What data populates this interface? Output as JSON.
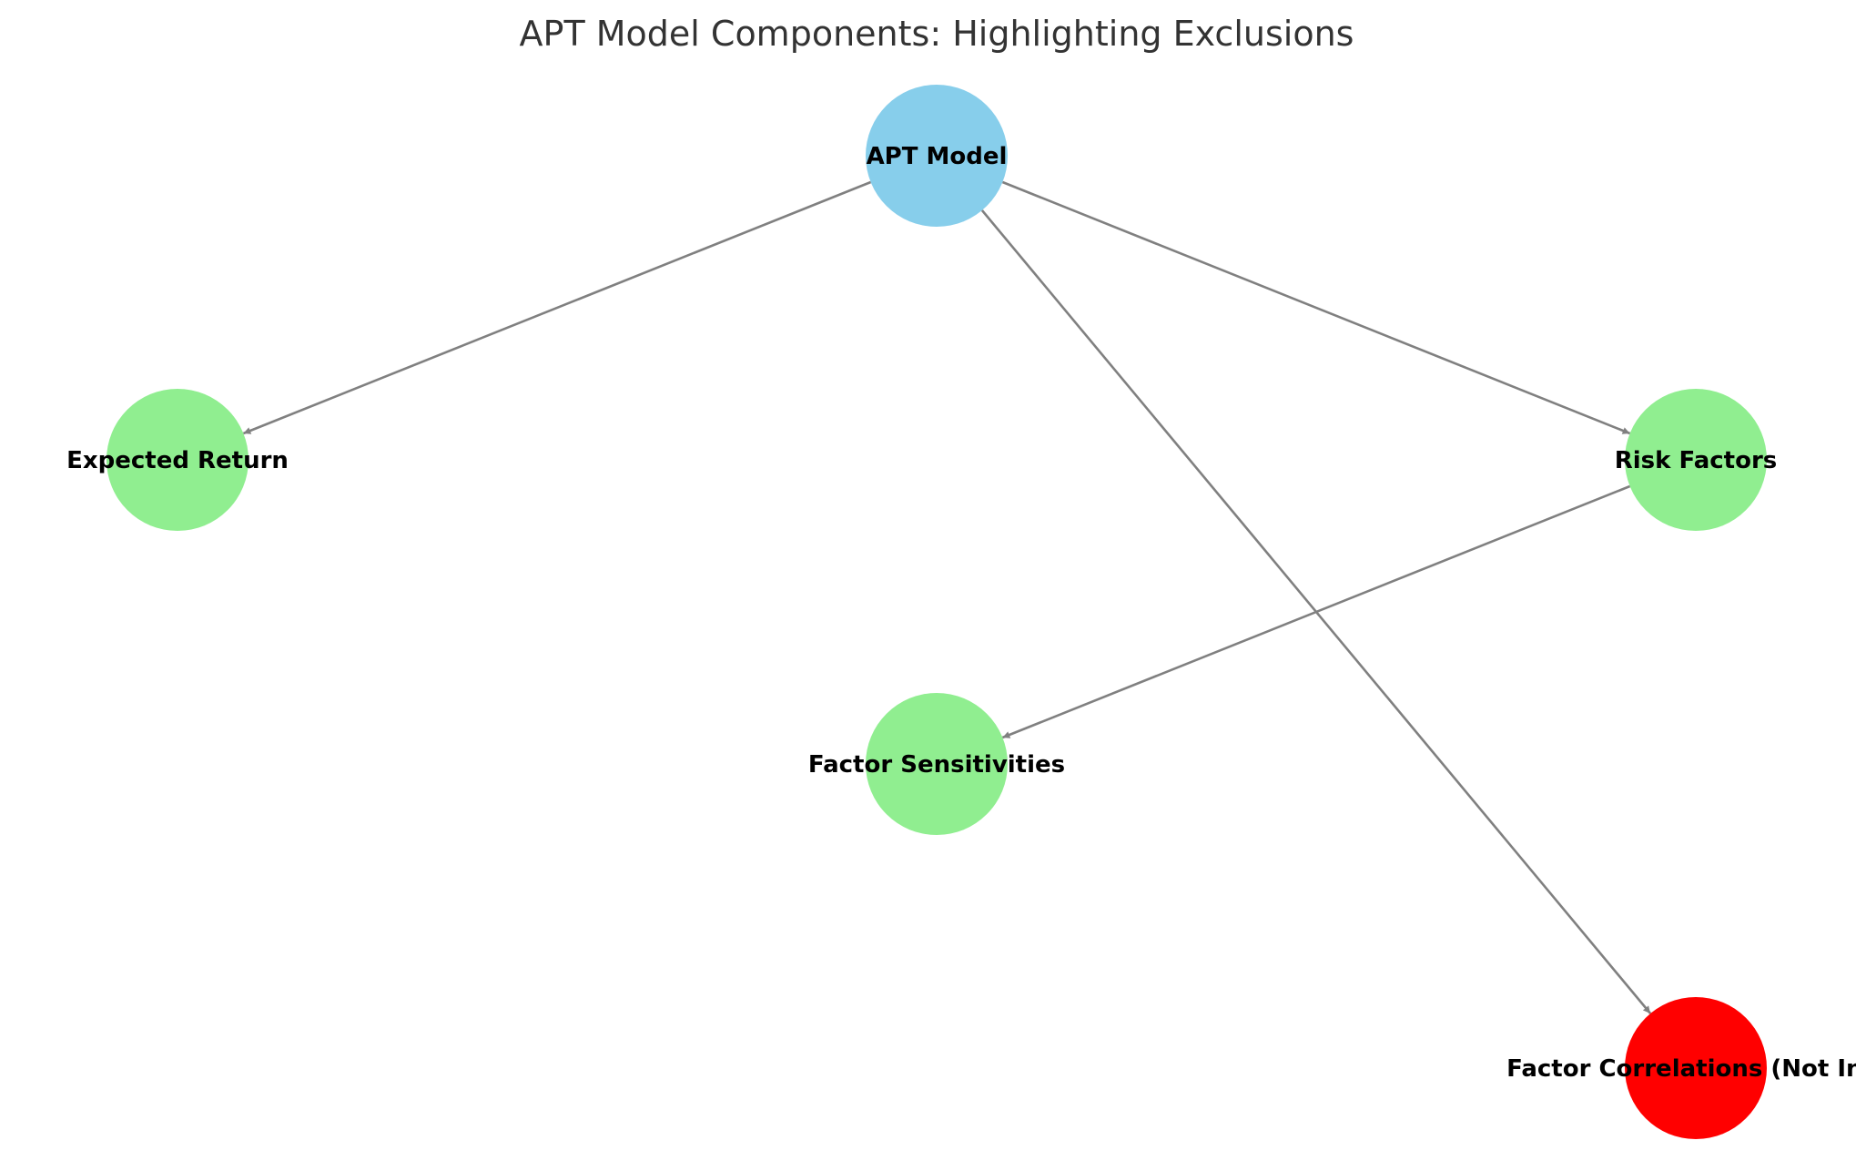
{
  "diagram": {
    "title": "APT Model Components: Highlighting Exclusions",
    "nodes": [
      {
        "id": "apt",
        "label": "APT Model",
        "color": "#87CEEB"
      },
      {
        "id": "expected",
        "label": "Expected Return",
        "color": "#90EE90"
      },
      {
        "id": "risk",
        "label": "Risk Factors",
        "color": "#90EE90"
      },
      {
        "id": "sensitivities",
        "label": "Factor Sensitivities",
        "color": "#90EE90"
      },
      {
        "id": "correlations",
        "label": "Factor Correlations (Not Incl",
        "color": "#FF0000"
      }
    ],
    "edges": [
      {
        "from": "apt",
        "to": "expected"
      },
      {
        "from": "apt",
        "to": "risk"
      },
      {
        "from": "apt",
        "to": "correlations"
      },
      {
        "from": "risk",
        "to": "sensitivities"
      }
    ],
    "colors": {
      "edge": "#808080",
      "label": "#000000",
      "title": "#333333"
    }
  }
}
